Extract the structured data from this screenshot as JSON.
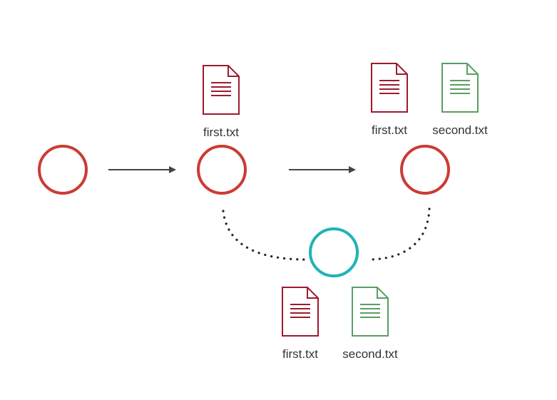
{
  "colors": {
    "commit": "#cc3b34",
    "branch_commit": "#1fb3b5",
    "arrow": "#444444",
    "dots": "#222222",
    "file_red": "#9e1a2e",
    "file_green": "#5a9e63"
  },
  "files": {
    "commit2_file1": {
      "name": "first.txt",
      "icon": "document-icon",
      "color": "red"
    },
    "commit3_file1": {
      "name": "first.txt",
      "icon": "document-icon",
      "color": "red"
    },
    "commit3_file2": {
      "name": "second.txt",
      "icon": "document-icon",
      "color": "green"
    },
    "branch_file1": {
      "name": "first.txt",
      "icon": "document-icon",
      "color": "red"
    },
    "branch_file2": {
      "name": "second.txt",
      "icon": "document-icon",
      "color": "green"
    }
  }
}
